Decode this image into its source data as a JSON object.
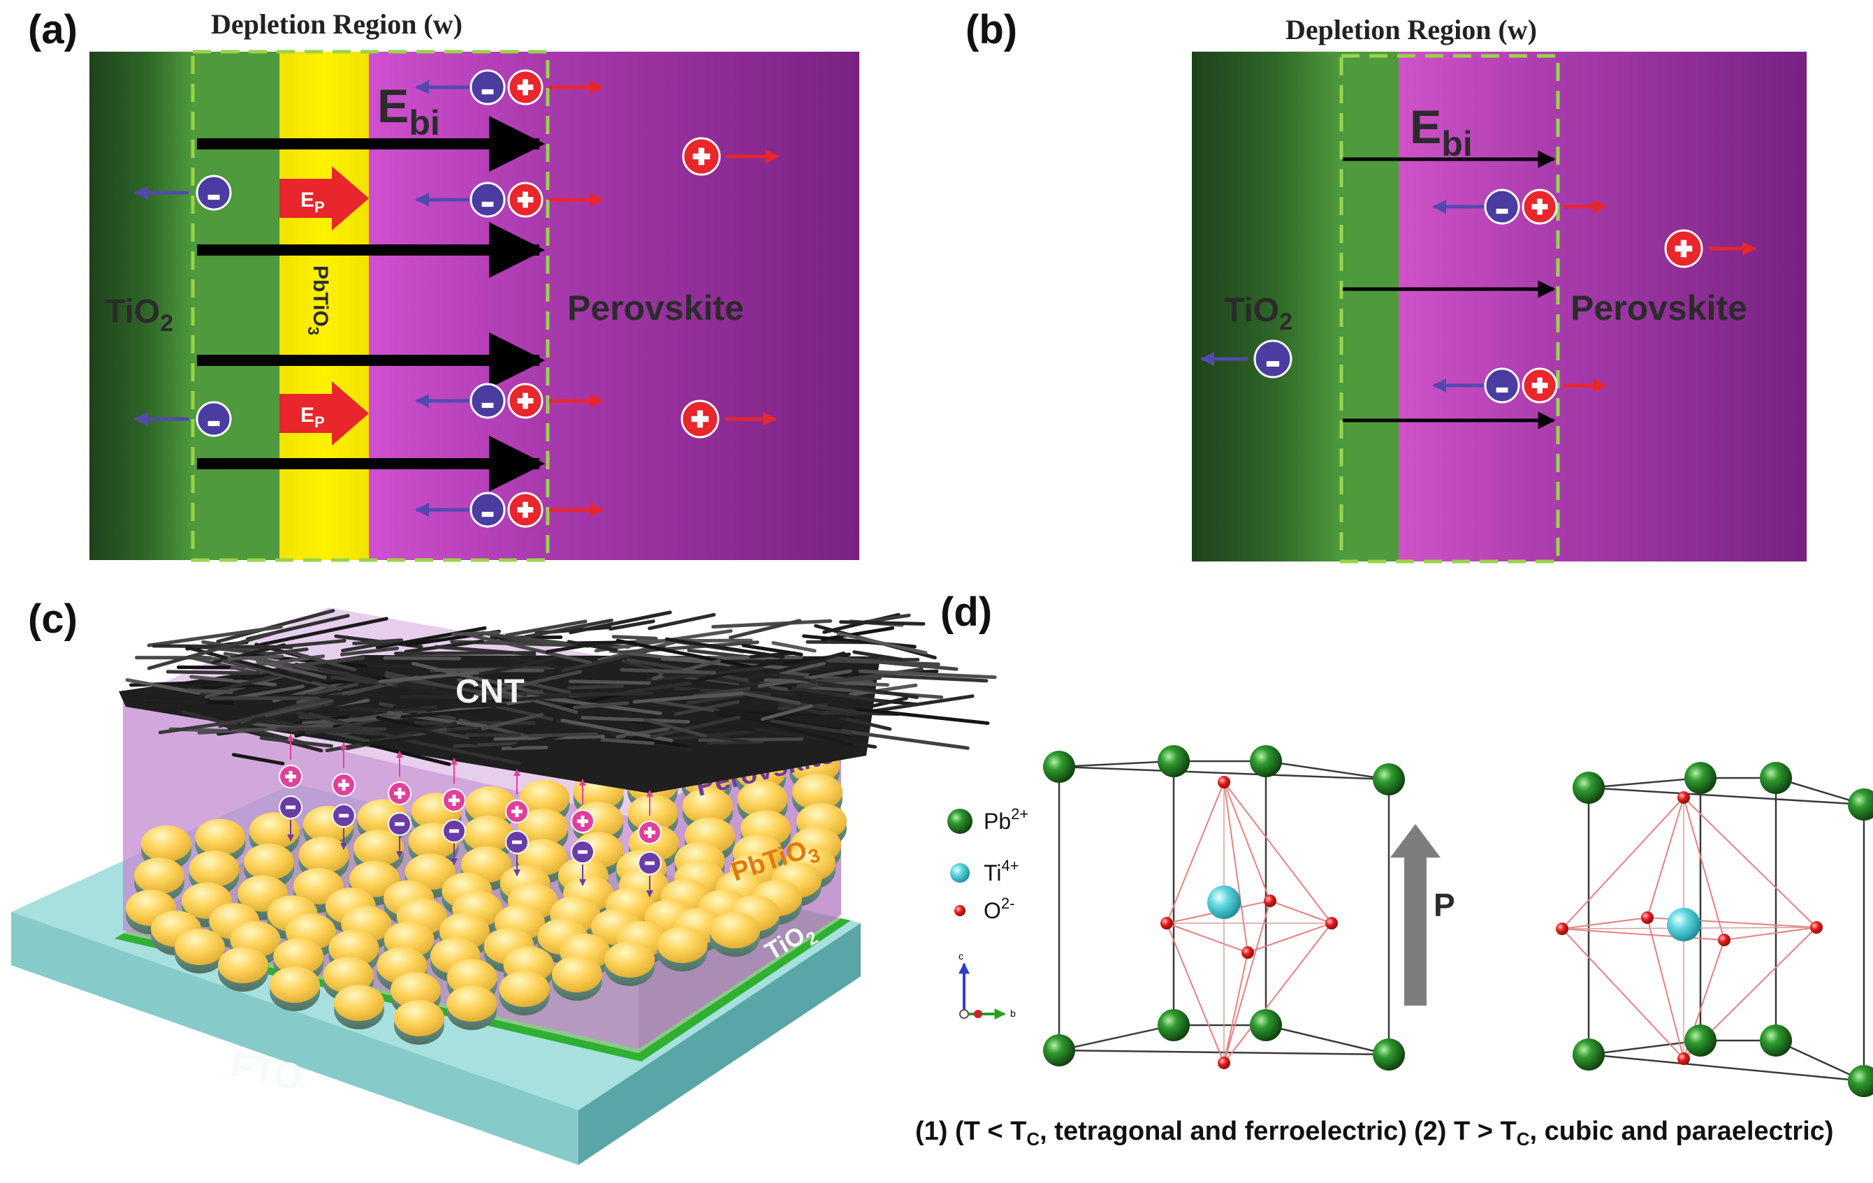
{
  "panel_a": {
    "label": "(a)",
    "header": "Depletion Region (w)",
    "field": "E",
    "field_sub": "bi",
    "left_layer": "TiO",
    "left_layer_sub": "2",
    "middle_layer": "PbTiO",
    "middle_layer_sub": "3",
    "right_layer": "Perovskite",
    "polarization": "E",
    "polarization_sub": "P"
  },
  "panel_b": {
    "label": "(b)",
    "header": "Depletion Region (w)",
    "field": "E",
    "field_sub": "bi",
    "left_layer": "TiO",
    "left_layer_sub": "2",
    "right_layer": "Perovskite"
  },
  "panel_c": {
    "label": "(c)",
    "top": "CNT",
    "perovskite": "Perovskite",
    "pbtio3": "PbTiO",
    "pbtio3_sub": "3",
    "tio2": "TiO",
    "tio2_sub": "2",
    "substrate": "FTO"
  },
  "panel_d": {
    "label": "(d)",
    "legend": [
      {
        "name": "Pb",
        "sup": "2+",
        "color": "#1f7a1f"
      },
      {
        "name": "Ti",
        "sup": "4+",
        "color": "#4fd0dc"
      },
      {
        "name": "O",
        "sup": "2-",
        "color": "#e02020"
      }
    ],
    "axes": {
      "c": "c",
      "b": "b"
    },
    "polarization": "P",
    "caption1_pre": "(1) (T < T",
    "caption1_sub": "C",
    "caption1_post": ", tetragonal and ferroelectric)",
    "caption2_pre": "(2) T > T",
    "caption2_sub": "C",
    "caption2_post": ", cubic and paraelectric)"
  },
  "colors": {
    "tio2_dark": "#1e4a1e",
    "tio2_light": "#4e9a3c",
    "pbtio3": "#ffee00",
    "perovskite": "#b23bb5",
    "hole": "#e8262b",
    "electron": "#4a3ca0",
    "depletion_border": "#9ad34a"
  }
}
